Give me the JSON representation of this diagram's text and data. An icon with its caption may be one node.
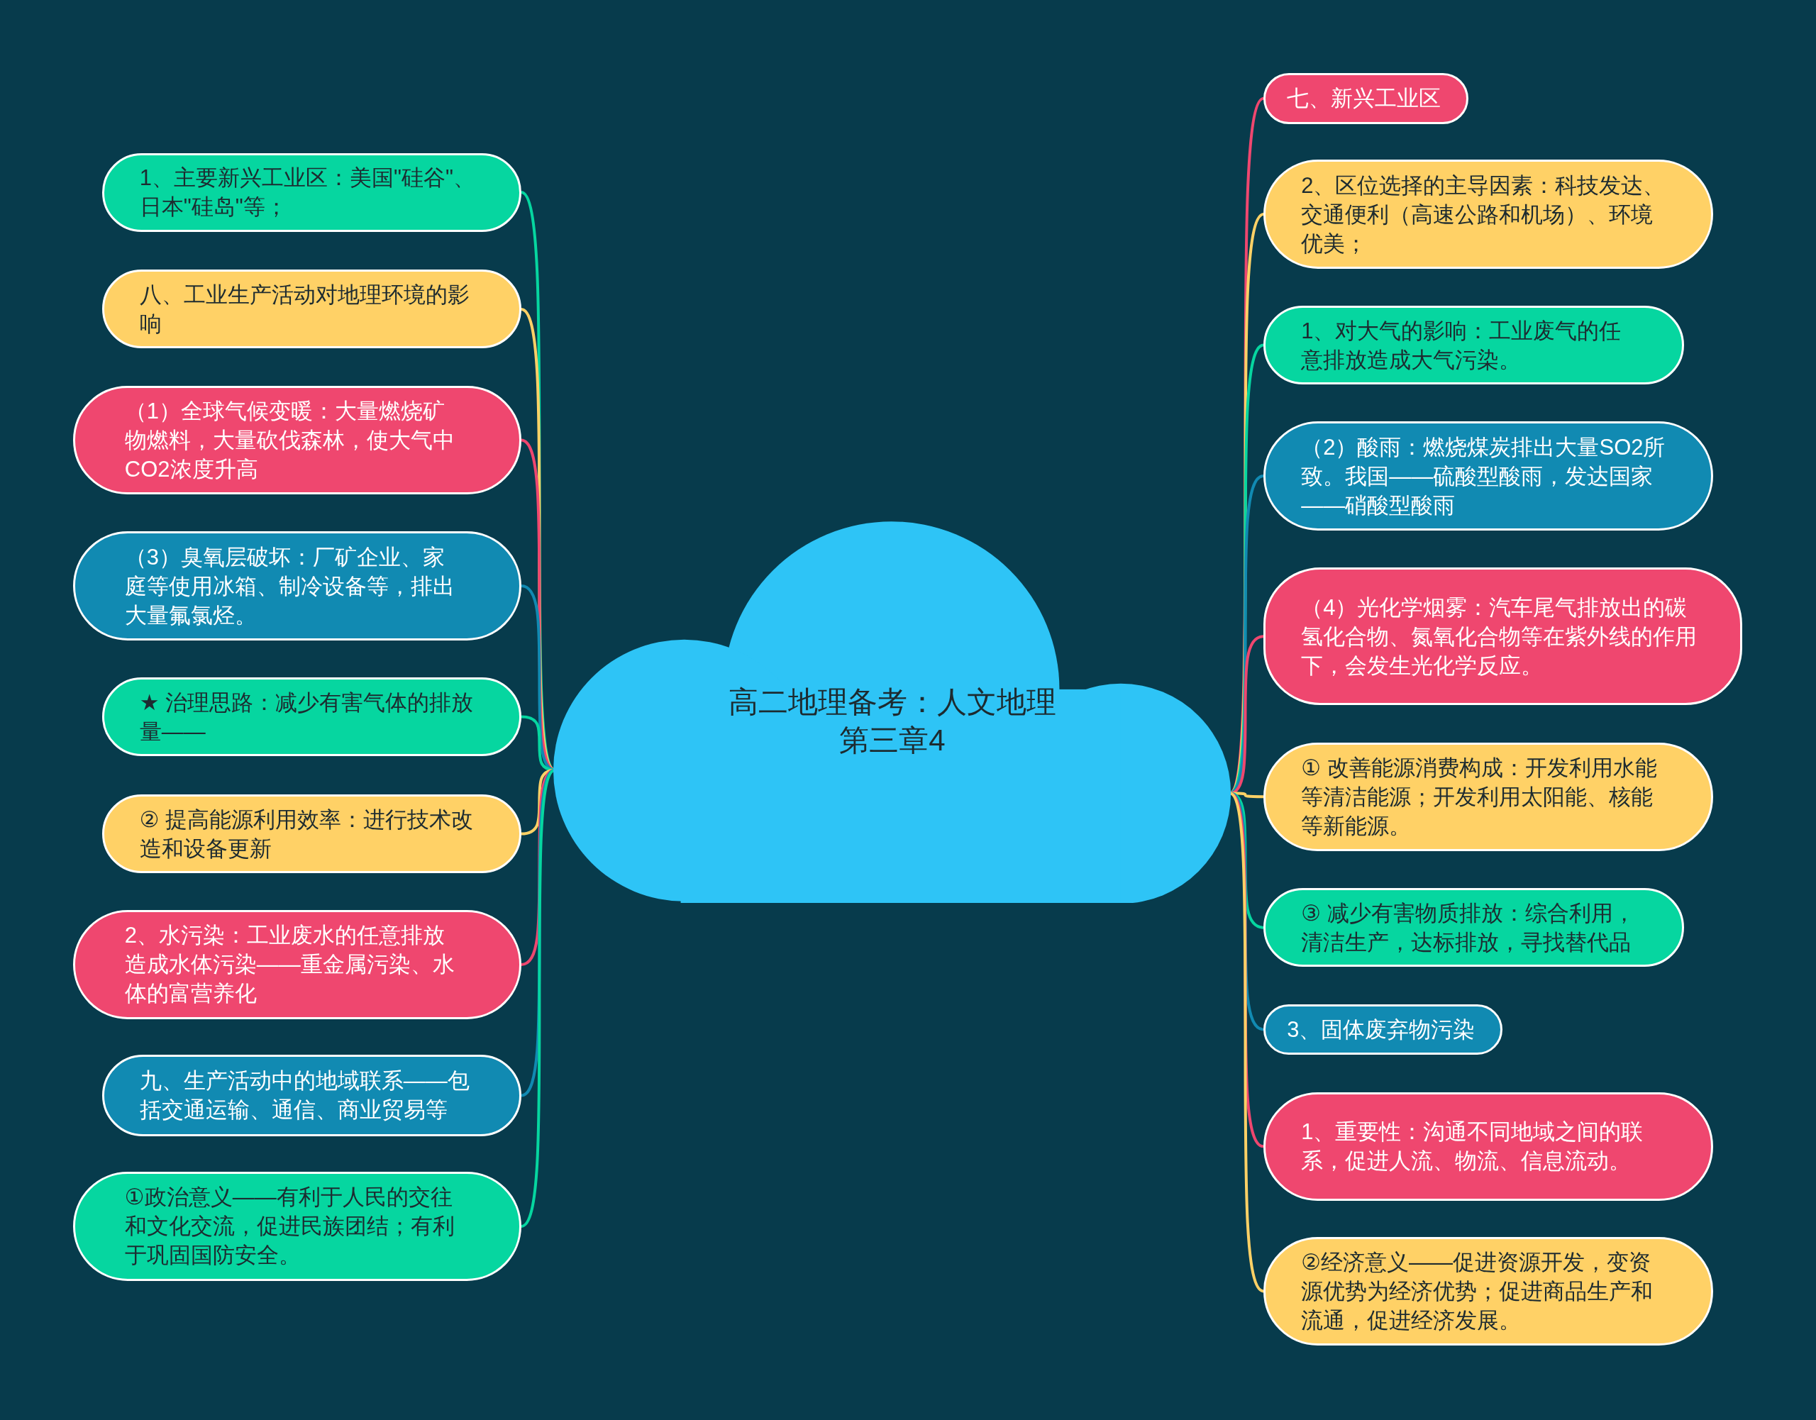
{
  "diagram": {
    "nodes": [
      {
        "text": [
          "高二地理备考：人文地理第三章4"
        ]
      },
      {
        "text": [
          "1、主要新兴工业区：美国\"硅谷\"、日本\"硅岛\"等；"
        ]
      },
      {
        "text": [
          "八、工业生产活动对地理环境的影响"
        ]
      },
      {
        "text": [
          "（1）全球气候变暖：大量燃烧矿物燃料，大量砍伐森林，使大气中CO2浓度升高"
        ]
      },
      {
        "text": [
          "（3）臭氧层破坏：厂矿企业、家庭等使用冰箱、制冷设备等，排出大量氟氯烃。"
        ]
      },
      {
        "text": [
          "★ 治理思路：减少有害气体的排放量——"
        ]
      },
      {
        "text": [
          "② 提高能源利用效率：进行技术改造和设备更新"
        ]
      },
      {
        "text": [
          "2、水污染：工业废水的任意排放造成水体污染——重金属污染、水体的富营养化"
        ]
      },
      {
        "text": [
          "九、生产活动中的地域联系——包括交通运输、通信、商业贸易等"
        ]
      },
      {
        "text": [
          "①政治意义——有利于人民的交往和文化交流，促进民族团结；有利于巩固国防安全。"
        ]
      },
      {
        "text": [
          "七、新兴工业区"
        ]
      },
      {
        "text": [
          "2、区位选择的主导因素：科技发达、交通便利（高速公路和机场）、环境优美；"
        ]
      },
      {
        "text": [
          "1、对大气的影响：工业废气的任意排放造成大气污染。"
        ]
      },
      {
        "text": [
          "（2）酸雨：燃烧煤炭排出大量SO2所致。我国——硫酸型酸雨，发达国家——硝酸型酸雨"
        ]
      },
      {
        "text": [
          "（4）光化学烟雾：汽车尾气排放出的碳氢化合物、氮氧化合物等在紫外线的作用下，会发生光化学反应。"
        ]
      },
      {
        "text": [
          "① 改善能源消费构成：开发利用水能等清洁能源；开发利用太阳能、核能等新能源。"
        ]
      },
      {
        "text": [
          "③ 减少有害物质排放：综合利用，清洁生产，达标排放，寻找替代品"
        ]
      },
      {
        "text": [
          "3、固体废弃物污染"
        ]
      },
      {
        "text": [
          "1、重要性：沟通不同地域之间的联系，促进人流、物流、信息流动。"
        ]
      },
      {
        "text": [
          "②经济意义——促进资源开发，变资源优势为经济优势；促进商品生产和流通，促进经济发展。"
        ]
      }
    ],
    "edges": [
      {
        "from": 0,
        "to": 1,
        "arrow": "none",
        "color": "#06d6a0"
      },
      {
        "from": 0,
        "to": 2,
        "arrow": "none",
        "color": "#ffd166"
      },
      {
        "from": 0,
        "to": 3,
        "arrow": "none",
        "color": "#ef476f"
      },
      {
        "from": 0,
        "to": 4,
        "arrow": "none",
        "color": "#118ab2"
      },
      {
        "from": 0,
        "to": 5,
        "arrow": "none",
        "color": "#06d6a0"
      },
      {
        "from": 0,
        "to": 6,
        "arrow": "none",
        "color": "#ffd166"
      },
      {
        "from": 0,
        "to": 7,
        "arrow": "none",
        "color": "#ef476f"
      },
      {
        "from": 0,
        "to": 8,
        "arrow": "none",
        "color": "#118ab2"
      },
      {
        "from": 0,
        "to": 9,
        "arrow": "none",
        "color": "#06d6a0"
      },
      {
        "from": 0,
        "to": 10,
        "arrow": "none",
        "color": "#ef476f"
      },
      {
        "from": 0,
        "to": 11,
        "arrow": "none",
        "color": "#ffd166"
      },
      {
        "from": 0,
        "to": 12,
        "arrow": "none",
        "color": "#06d6a0"
      },
      {
        "from": 0,
        "to": 13,
        "arrow": "none",
        "color": "#118ab2"
      },
      {
        "from": 0,
        "to": 14,
        "arrow": "none",
        "color": "#ef476f"
      },
      {
        "from": 0,
        "to": 15,
        "arrow": "none",
        "color": "#ffd166"
      },
      {
        "from": 0,
        "to": 16,
        "arrow": "none",
        "color": "#06d6a0"
      },
      {
        "from": 0,
        "to": 17,
        "arrow": "none",
        "color": "#118ab2"
      },
      {
        "from": 0,
        "to": 18,
        "arrow": "none",
        "color": "#ef476f"
      },
      {
        "from": 0,
        "to": 19,
        "arrow": "none",
        "color": "#ffd166"
      }
    ]
  }
}
